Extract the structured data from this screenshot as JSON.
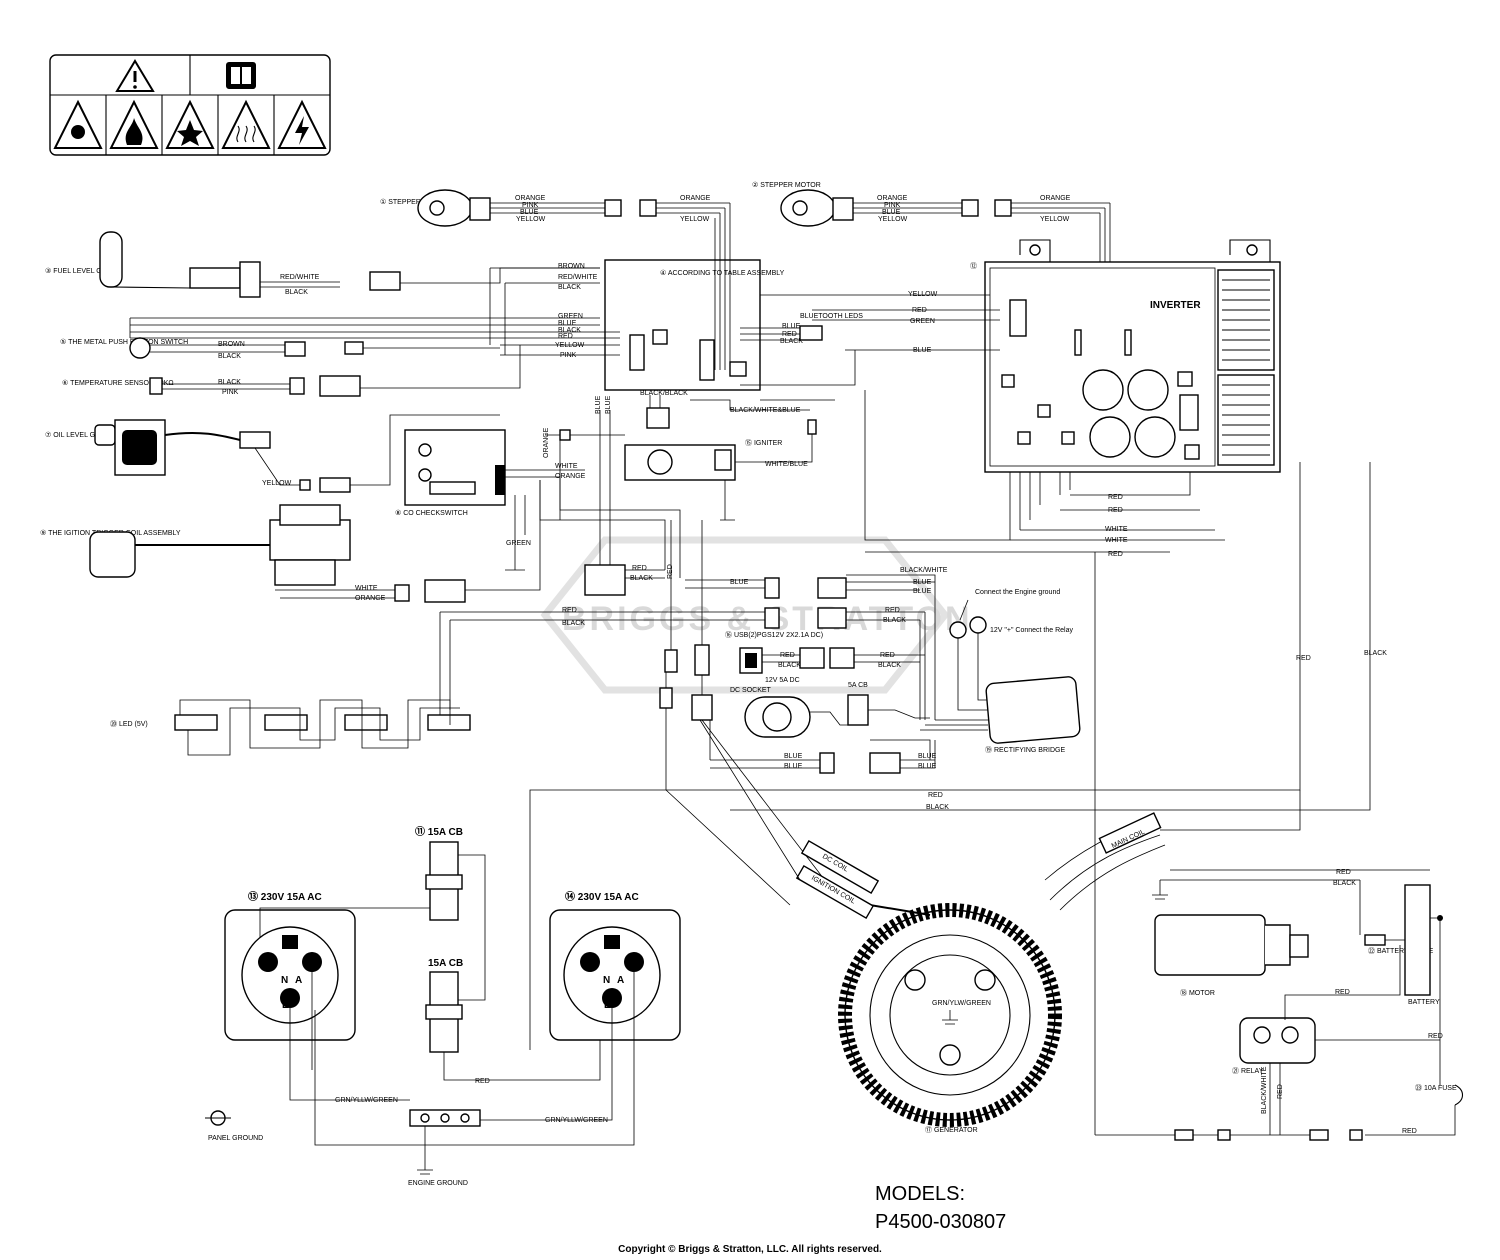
{
  "watermark": "BRIGGS & STRATTON",
  "models": {
    "label": "MODELS:",
    "number": "P4500-030807"
  },
  "copyright": "Copyright © Briggs & Stratton, LLC. All rights reserved.",
  "components": {
    "stepper_motor_1": "① STEPPER MOTOR",
    "stepper_motor_2": "② STEPPER MOTOR",
    "fuel_gauge": "③ FUEL LEVEL GAUGE",
    "according_table": "④ ACCORDING TO TABLE ASSEMBLY",
    "push_button": "⑤ THE METAL PUSH BUTTON SWITCH",
    "temp_sensor": "⑥ TEMPERATURE SENSOR/10KΩ",
    "oil_gauge": "⑦ OIL LEVEL GAUGE",
    "co_switch": "⑧ CO CHECKSWITCH",
    "ignition_coil": "⑨ THE IGITION TRIGGER COIL ASSEMBLY",
    "inverter": "INVERTER",
    "inverter_num": "⑫",
    "bluetooth": "BLUETOOTH LEDS",
    "igniter": "⑮ IGNITER",
    "usb": "⑯ USB(2)PGS12V 2X2.1A DC)",
    "dc_socket": "DC SOCKET",
    "dc_rating": "12V 5A DC",
    "cb_5a": "5A CB",
    "engine_ground_note": "Connect the Engine ground",
    "relay_note": "12V \"+\" Connect the Relay",
    "rectifying_bridge": "⑲ RECTIFYING BRIDGE",
    "led": "⑳ LED (5V)",
    "cb_15a_top": "⑪ 15A CB",
    "cb_15a_bottom": "15A CB",
    "outlet_1": "⑬ 230V 15A AC",
    "outlet_2": "⑭ 230V 15A AC",
    "generator": "⑰ GENERATOR",
    "motor": "⑱ MOTOR",
    "relay": "㉑ RELAY",
    "battery_cable": "㉒ BATTERY CABLE",
    "battery": "BATTERY",
    "fuse": "㉓ 10A FUSE",
    "panel_ground": "PANEL GROUND",
    "engine_ground": "ENGINE GROUND",
    "main_coil": "MAIN COIL",
    "dc_coil": "DC COIL",
    "ignition_coil_label": "IGNITION COIL",
    "gen_ground": "GRN/YLW/GREEN"
  },
  "wire_labels": {
    "orange": "ORANGE",
    "pink": "PINK",
    "blue": "BLUE",
    "yellow": "YELLOW",
    "brown": "BROWN",
    "red_white": "RED/WHITE",
    "black": "BLACK",
    "green": "GREEN",
    "red": "RED",
    "white": "WHITE",
    "black_white": "BLACK/WHITE",
    "white_blue": "WHITE/BLUE",
    "black_black": "BLACK/BLACK",
    "black_white_blue": "BLACK/WHITE&BLUE",
    "grn_ylw_green": "GRN/YLLW/GREEN",
    "grn_ylw_green2": "GRN/YLLW/GREEN"
  }
}
